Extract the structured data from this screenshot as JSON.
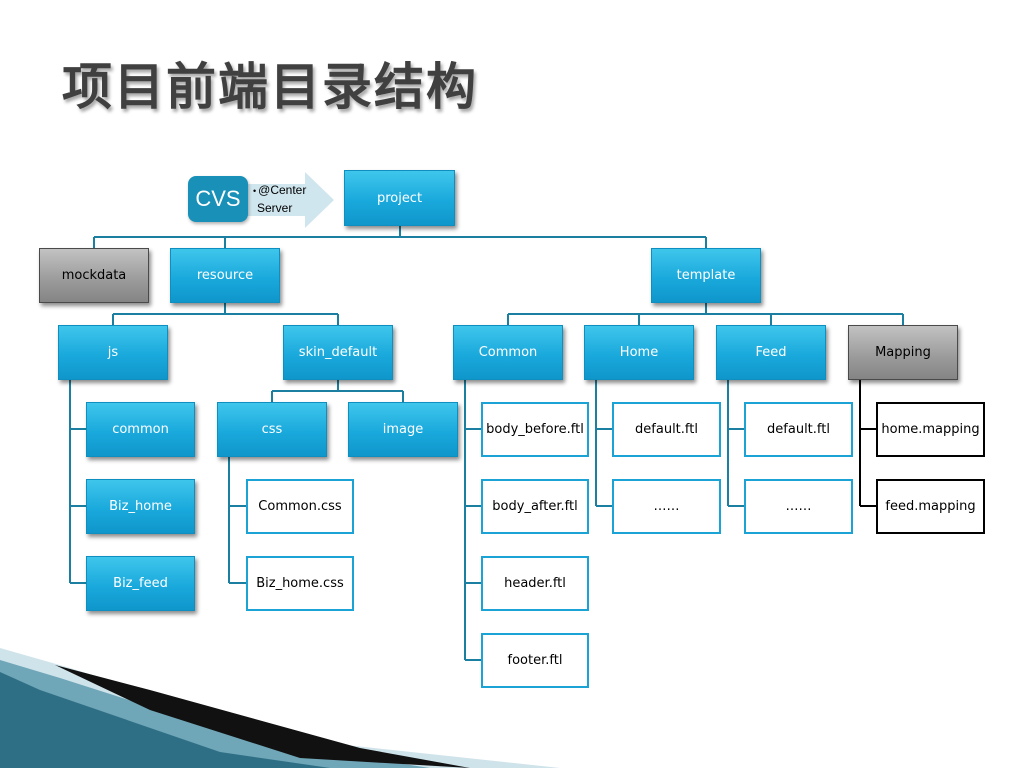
{
  "slide": {
    "title": "项目前端目录结构"
  },
  "callout": {
    "badge": "CVS",
    "note_line1": "@Center",
    "note_line2": "Server"
  },
  "tree": {
    "project": "project",
    "mockdata": "mockdata",
    "resource": "resource",
    "template": "template",
    "js": "js",
    "skin_default": "skin_default",
    "common_tpl": "Common",
    "home": "Home",
    "feed": "Feed",
    "mapping": "Mapping",
    "js_children": [
      "common",
      "Biz_home",
      "Biz_feed"
    ],
    "skin_children": [
      "css",
      "image"
    ],
    "css_children": [
      "Common.css",
      "Biz_home.css"
    ],
    "common_tpl_children": [
      "body_before.ftl",
      "body_after.ftl",
      "header.ftl",
      "footer.ftl"
    ],
    "home_children": [
      "default.ftl",
      "……"
    ],
    "feed_children": [
      "default.ftl",
      "……"
    ],
    "mapping_children": [
      "home.mapping",
      "feed.mapping"
    ]
  },
  "colors": {
    "connector": "#1a7fa0",
    "blue_node": "#1aa9dc",
    "gray_node": "#9a9a9a",
    "cvs_badge": "#1890b8",
    "arrow": "#d0e6ee",
    "title": "#404040"
  }
}
